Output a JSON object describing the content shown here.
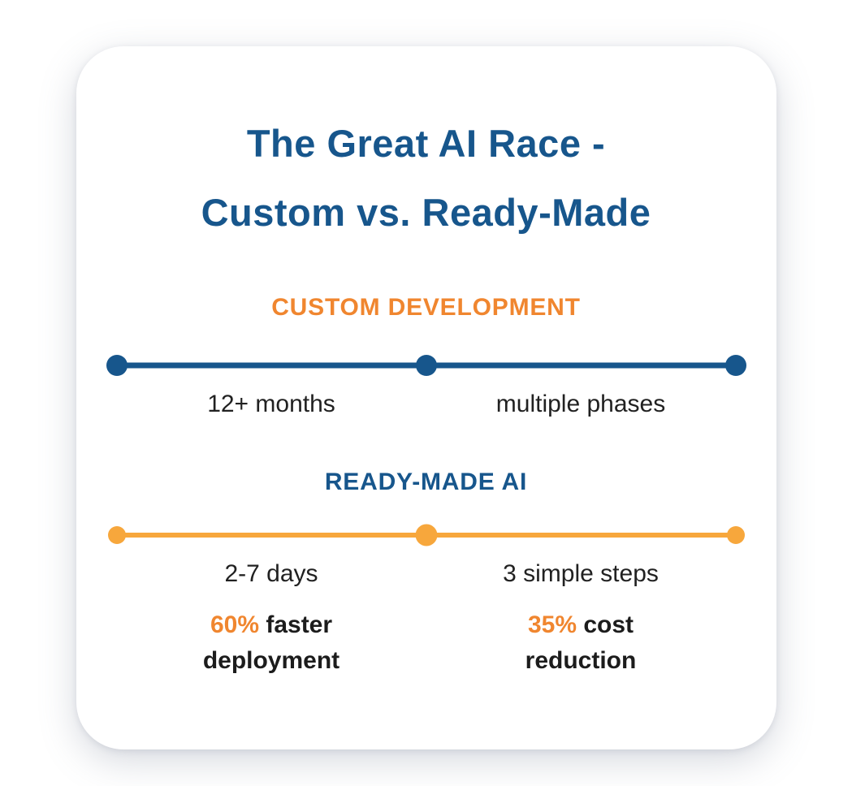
{
  "card": {
    "title_line1": "The Great AI Race -",
    "title_line2": "Custom vs. Ready-Made"
  },
  "custom": {
    "heading": "CUSTOM DEVELOPMENT",
    "label_left": "12+ months",
    "label_right": "multiple phases"
  },
  "ready": {
    "heading": "READY-MADE AI",
    "label_left": "2-7 days",
    "label_right": "3 simple steps",
    "stat_left": {
      "highlight": "60%",
      "rest": " faster",
      "line2": "deployment"
    },
    "stat_right": {
      "highlight": "35%",
      "rest": " cost",
      "line2": "reduction"
    }
  },
  "colors": {
    "dark_blue": "#17568C",
    "orange_heading": "#F0862F",
    "orange_line": "#F7A73C",
    "text_dark": "#1C1C1C",
    "card_background": "#FFFFFF"
  }
}
